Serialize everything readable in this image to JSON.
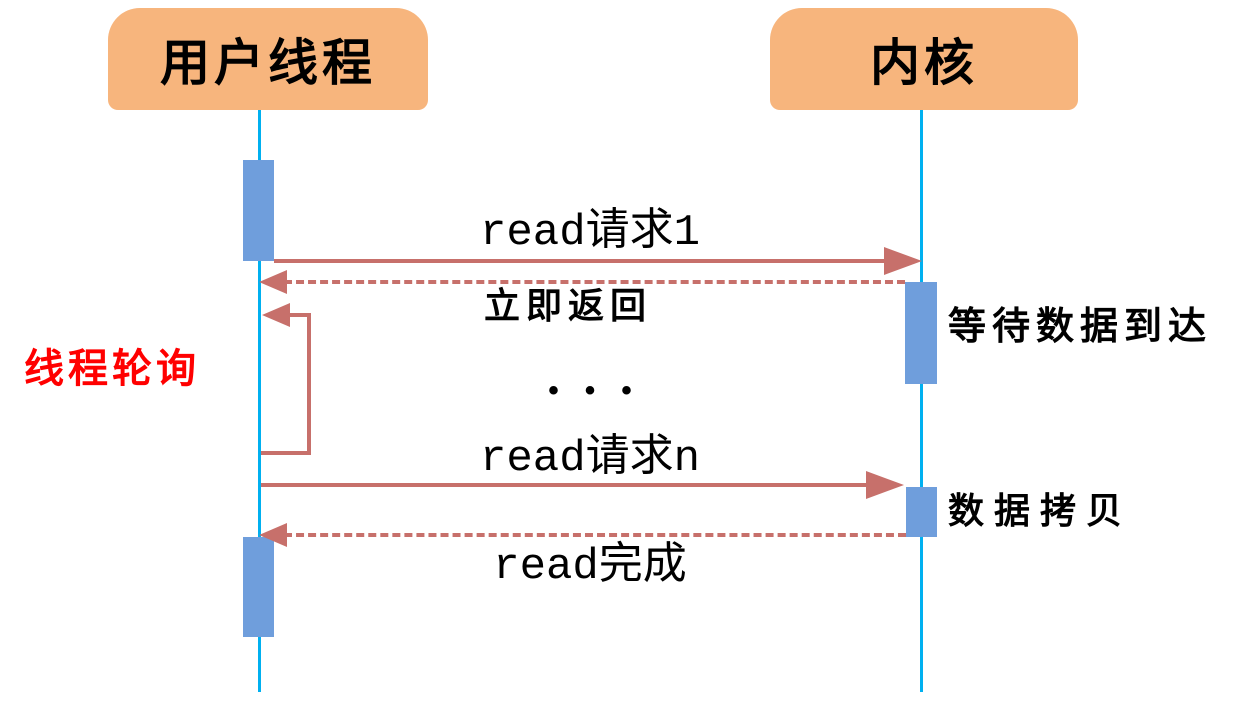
{
  "actors": {
    "user": {
      "label": "用户线程"
    },
    "kernel": {
      "label": "内核"
    }
  },
  "messages": {
    "read_request_1": "read请求1",
    "immediate_return": "立即返回",
    "wait_for_data": "等待数据到达",
    "thread_polling": "线程轮询",
    "ellipsis": "•••",
    "read_request_n": "read请求n",
    "data_copy": "数据拷贝",
    "read_complete": "read完成"
  },
  "colors": {
    "header_fill": "#F7B57D",
    "activation_fill": "#6F9EDC",
    "lifeline": "#00B0F0",
    "arrow": "#C7706B",
    "polling_text": "#FF0000",
    "text": "#000000",
    "background": "#FFFFFF"
  }
}
